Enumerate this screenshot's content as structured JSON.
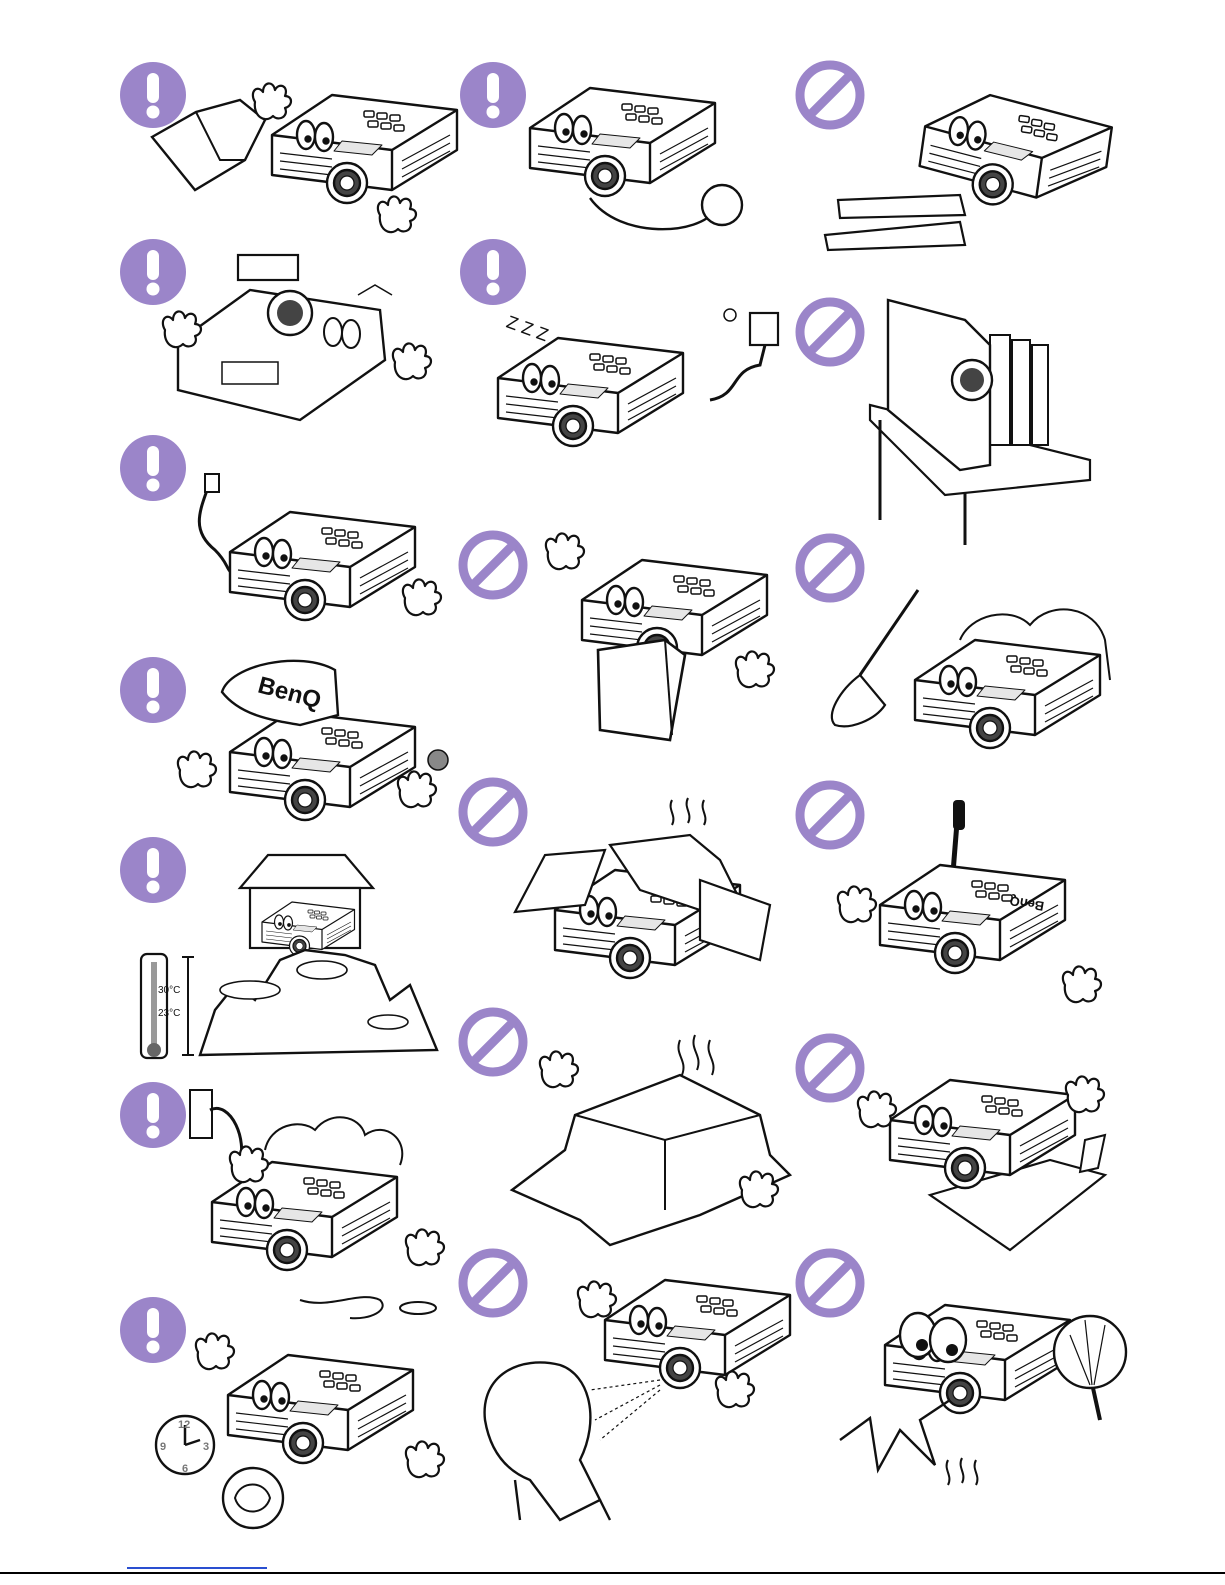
{
  "page": {
    "accent_color": "#9b85c9",
    "stroke_color": "#111111"
  },
  "icons": {
    "mandatory": "exclamation-icon",
    "prohibited": "no-entry-icon"
  },
  "labels": {
    "brand_cap": "BenQ",
    "brand_projector": "BenQ",
    "temp_high": "30°C",
    "temp_low": "23°C",
    "clock_12": "12",
    "clock_3": "3",
    "clock_6": "6",
    "clock_9": "9",
    "sleep": "Z Z Z"
  }
}
